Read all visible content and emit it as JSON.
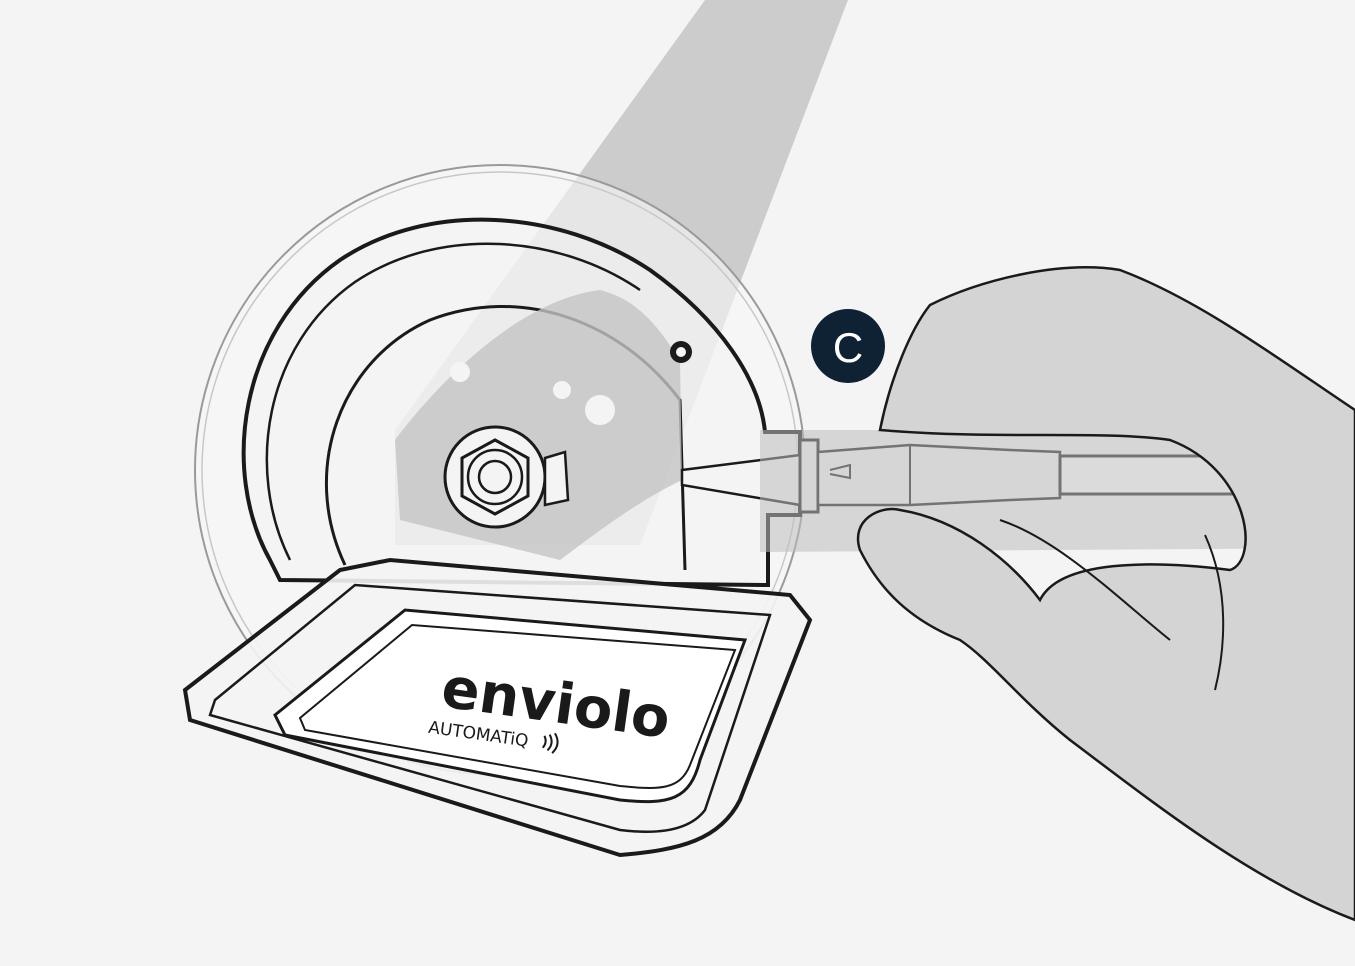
{
  "step_badge": {
    "label": "C",
    "color": "#0f2233"
  },
  "logo": {
    "brand": "enviolo",
    "product": "AUTOMATiQ",
    "signal_icon": "wireless-waves-icon"
  },
  "colors": {
    "background": "#f4f4f4",
    "line": "#1a1a1a",
    "shadow_gray": "#bdbdbd",
    "hand_fill": "#d4d4d4"
  }
}
